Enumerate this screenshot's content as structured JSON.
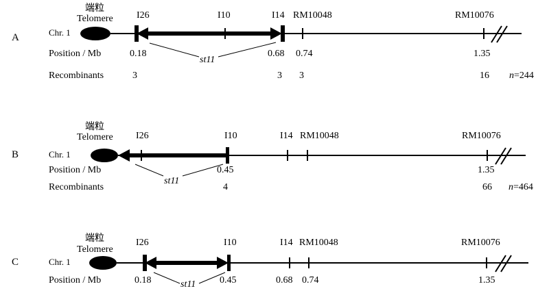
{
  "panels": [
    {
      "label": "A",
      "chr_label": "Chr. 1",
      "telomere_cn": "端粒",
      "telomere_en": "Telomere",
      "position_label": "Position / Mb",
      "recombinants_label": "Recombinants",
      "gene": "st11",
      "n_prefix": "n",
      "n_value": "=244",
      "markers": [
        {
          "name": "I26",
          "pos": "0.18",
          "rec": "3"
        },
        {
          "name": "I10",
          "pos": "",
          "rec": ""
        },
        {
          "name": "I14",
          "pos": "0.68",
          "rec": "3"
        },
        {
          "name": "RM10048",
          "pos": "0.74",
          "rec": "3"
        },
        {
          "name": "RM10076",
          "pos": "1.35",
          "rec": "16"
        }
      ]
    },
    {
      "label": "B",
      "chr_label": "Chr. 1",
      "telomere_cn": "端粒",
      "telomere_en": "Telomere",
      "position_label": "Position / Mb",
      "recombinants_label": "Recombinants",
      "gene": "st11",
      "n_prefix": "n",
      "n_value": "=464",
      "markers": [
        {
          "name": "I26",
          "pos": "",
          "rec": ""
        },
        {
          "name": "I10",
          "pos": "0.45",
          "rec": "4"
        },
        {
          "name": "I14",
          "pos": "",
          "rec": ""
        },
        {
          "name": "RM10048",
          "pos": "",
          "rec": ""
        },
        {
          "name": "RM10076",
          "pos": "1.35",
          "rec": "66"
        }
      ]
    },
    {
      "label": "C",
      "chr_label": "Chr. 1",
      "telomere_cn": "端粒",
      "telomere_en": "Telomere",
      "position_label": "Position / Mb",
      "gene": "st11",
      "markers": [
        {
          "name": "I26",
          "pos": "0.18"
        },
        {
          "name": "I10",
          "pos": "0.45"
        },
        {
          "name": "I14",
          "pos": "0.68"
        },
        {
          "name": "RM10048",
          "pos": "0.74"
        },
        {
          "name": "RM10076",
          "pos": "1.35"
        }
      ]
    }
  ]
}
